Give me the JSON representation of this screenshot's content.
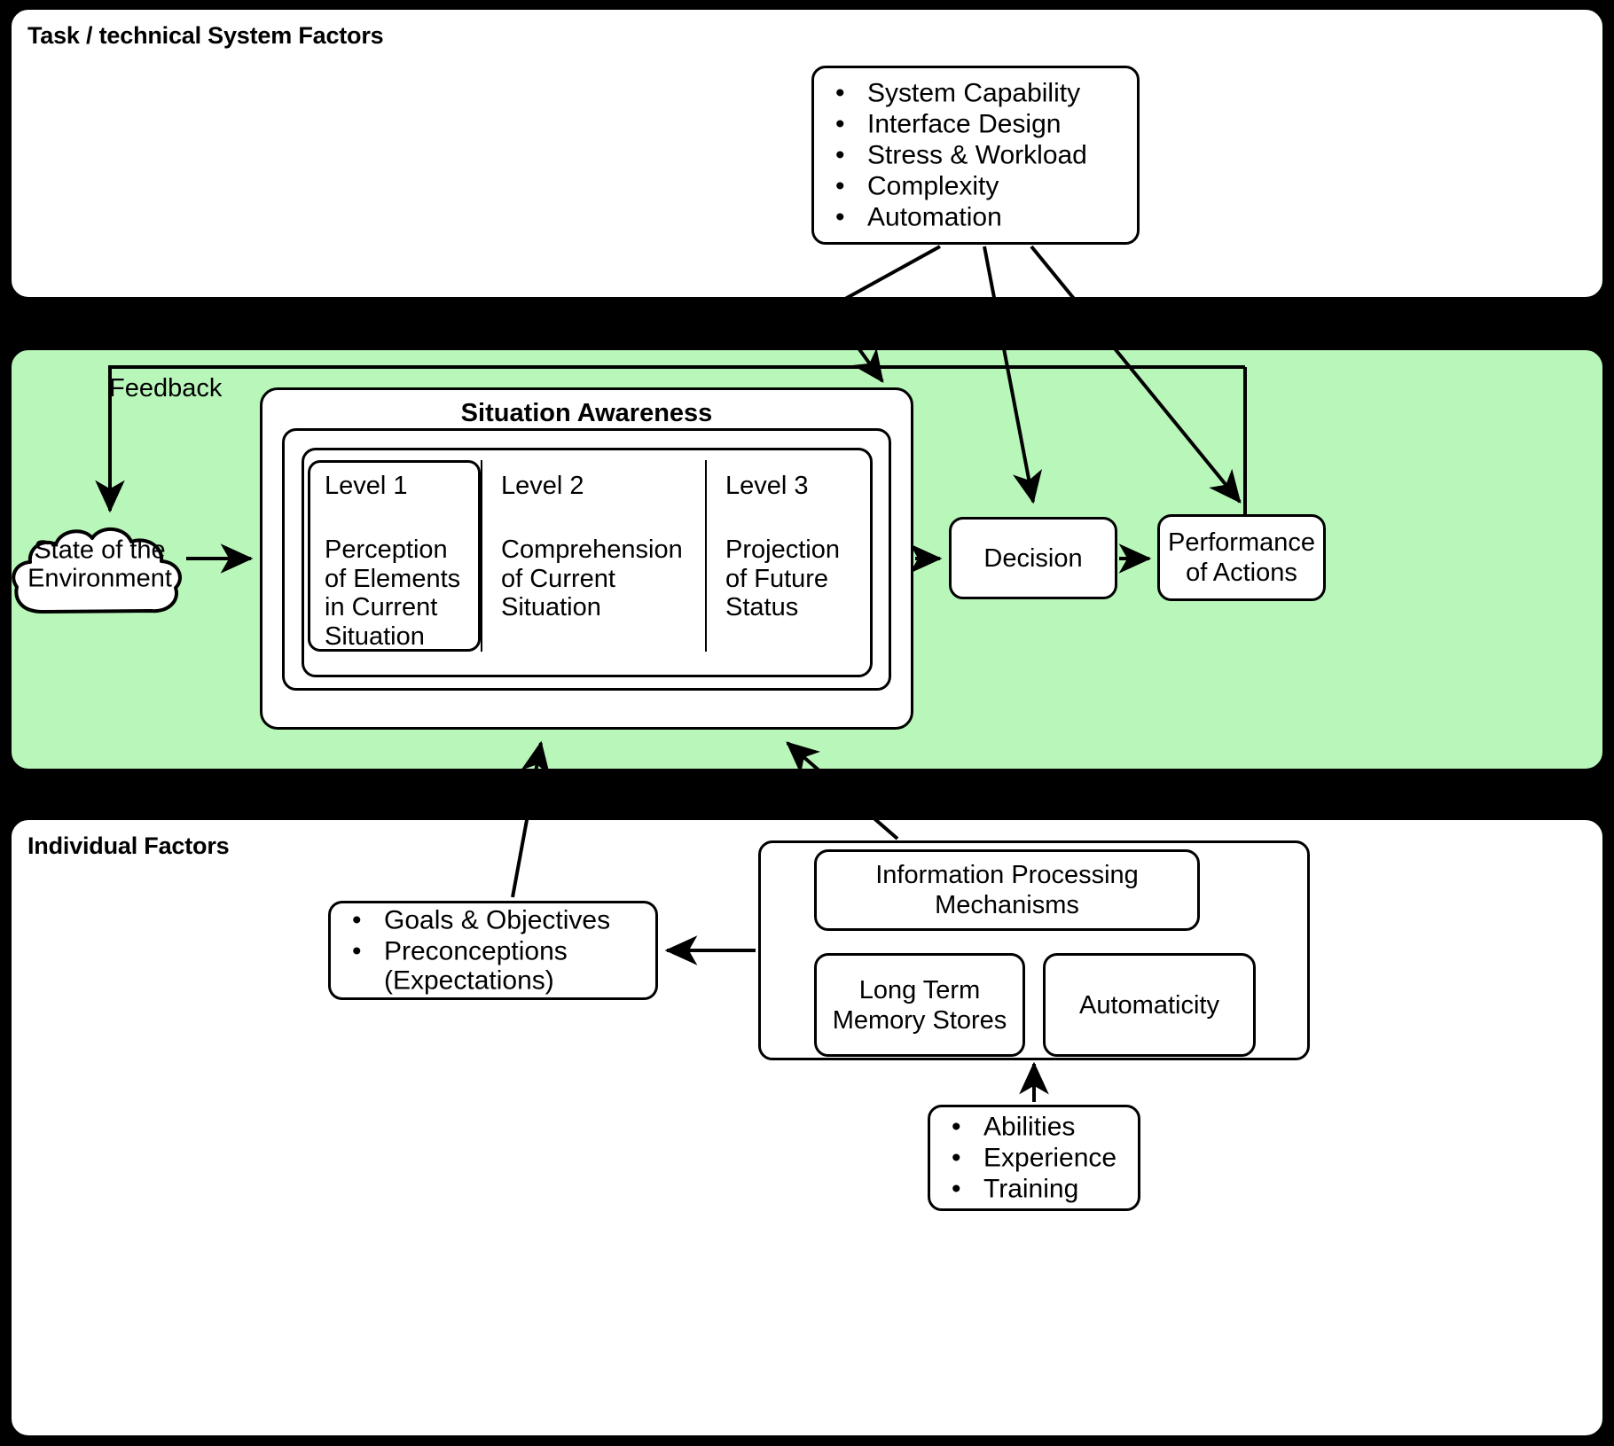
{
  "panels": {
    "task": {
      "title": "Task / technical System Factors"
    },
    "situation": {
      "title": "Situation Awareness"
    },
    "individual": {
      "title": "Individual Factors"
    }
  },
  "labels": {
    "feedback": "Feedback"
  },
  "boxes": {
    "system_factors": {
      "name": "system-factors-list",
      "items": [
        "System Capability",
        "Interface Design",
        "Stress & Workload",
        "Complexity",
        "Automation"
      ]
    },
    "environment": {
      "line1": "State of the",
      "line2": "Environment"
    },
    "decision": {
      "label": "Decision"
    },
    "performance": {
      "line1": "Performance",
      "line2": "of Actions"
    },
    "levels": [
      {
        "title": "Level 1",
        "body": "Perception\nof Elements\nin Current\nSituation"
      },
      {
        "title": "Level 2",
        "body": "Comprehension\nof Current\nSituation"
      },
      {
        "title": "Level 3",
        "body": "Projection\nof Future\nStatus"
      }
    ],
    "goals": {
      "name": "goals-list",
      "items": [
        "Goals & Objectives",
        "Preconceptions\n(Expectations)"
      ]
    },
    "info_processing": {
      "line1": "Information Processing",
      "line2": "Mechanisms"
    },
    "long_term_memory": {
      "line1": "Long Term",
      "line2": "Memory Stores"
    },
    "automaticity": {
      "label": "Automaticity"
    },
    "abilities": {
      "name": "abilities-list",
      "items": [
        "Abilities",
        "Experience",
        "Training"
      ]
    }
  },
  "colors": {
    "situation_panel_fill": "#b9f6ba",
    "panel_fill": "#ffffff",
    "stroke": "#000000",
    "background": "#000000"
  }
}
